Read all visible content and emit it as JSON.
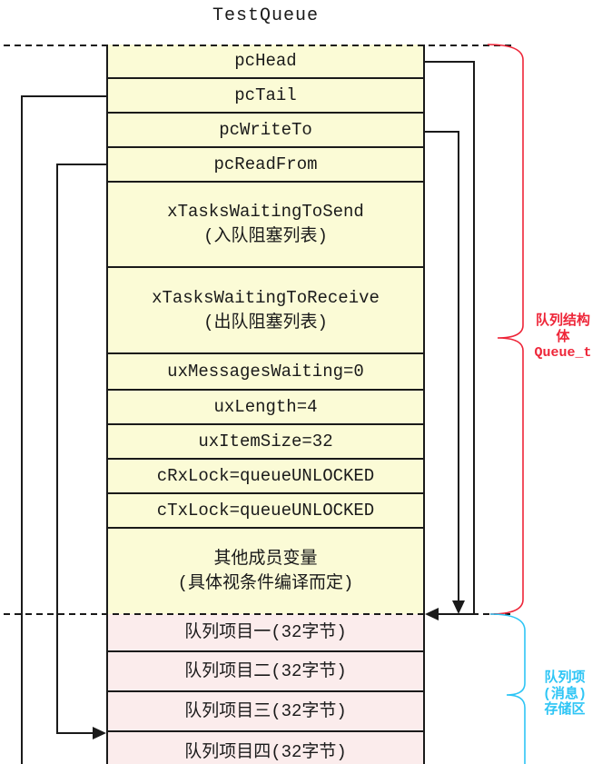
{
  "title": "TestQueue",
  "colors": {
    "struct_fill": "#fbfbd6",
    "storage_fill": "#fbecec",
    "line": "#1a1a1a",
    "struct_brace": "#ee2538",
    "storage_brace": "#2ec5f5"
  },
  "structure": {
    "brace_label": "队列结构\n体\nQueue_t",
    "rows": [
      {
        "label": "pcHead"
      },
      {
        "label": "pcTail"
      },
      {
        "label": "pcWriteTo"
      },
      {
        "label": "pcReadFrom"
      },
      {
        "label": "xTasksWaitingToSend\n(入队阻塞列表)"
      },
      {
        "label": "xTasksWaitingToReceive\n(出队阻塞列表)"
      },
      {
        "label": "uxMessagesWaiting=0"
      },
      {
        "label": "uxLength=4"
      },
      {
        "label": "uxItemSize=32"
      },
      {
        "label": "cRxLock=queueUNLOCKED"
      },
      {
        "label": "cTxLock=queueUNLOCKED"
      },
      {
        "label": "其他成员变量\n(具体视条件编译而定)"
      }
    ]
  },
  "storage": {
    "brace_label": "队列项\n(消息)\n存储区",
    "rows": [
      {
        "label": "队列项目一(32字节)"
      },
      {
        "label": "队列项目二(32字节)"
      },
      {
        "label": "队列项目三(32字节)"
      },
      {
        "label": "队列项目四(32字节)"
      }
    ]
  }
}
